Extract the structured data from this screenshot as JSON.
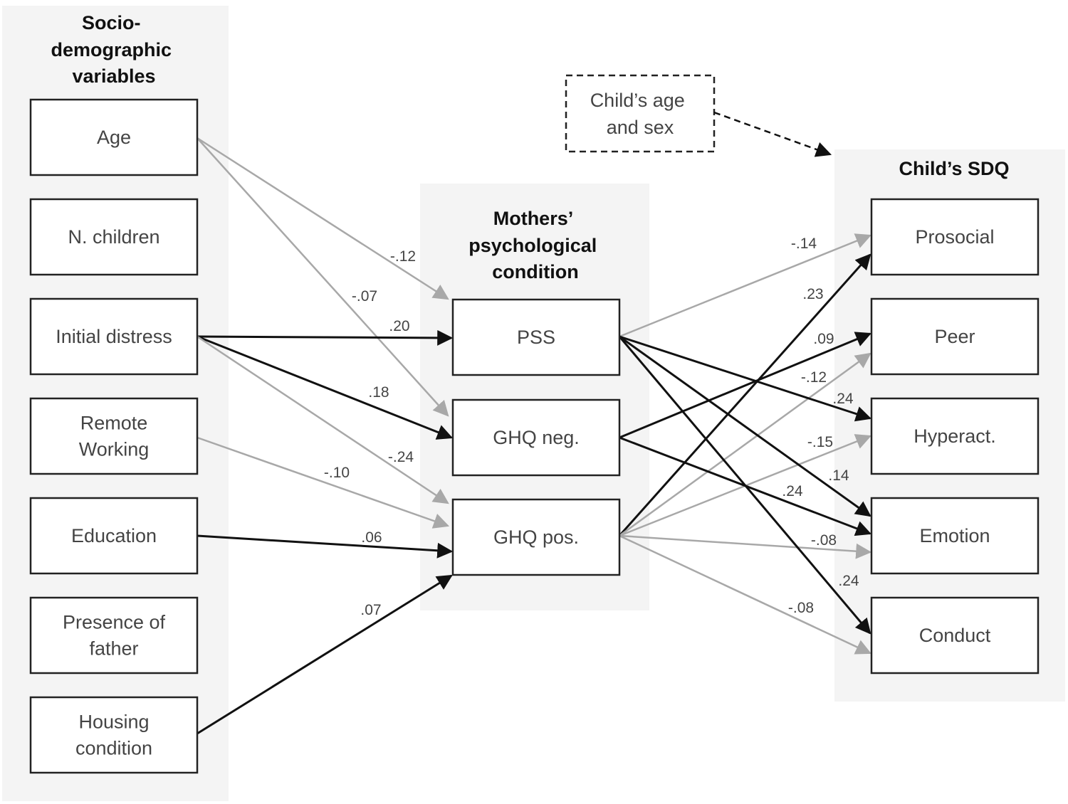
{
  "groups": {
    "socio": {
      "title": [
        "Socio-",
        "demographic",
        "variables"
      ]
    },
    "mothers": {
      "title": [
        "Mothers’",
        "psychological",
        "condition"
      ]
    },
    "sdq": {
      "title": [
        "Child’s SDQ"
      ]
    }
  },
  "control": {
    "lines": [
      "Child’s age",
      "and sex"
    ]
  },
  "nodes": {
    "age": {
      "lines": [
        "Age"
      ]
    },
    "nchildren": {
      "lines": [
        "N. children"
      ]
    },
    "initial": {
      "lines": [
        "Initial distress"
      ]
    },
    "remote": {
      "lines": [
        "Remote",
        "Working"
      ]
    },
    "education": {
      "lines": [
        "Education"
      ]
    },
    "father": {
      "lines": [
        "Presence of",
        "father"
      ]
    },
    "housing": {
      "lines": [
        "Housing",
        "condition"
      ]
    },
    "pss": {
      "lines": [
        "PSS"
      ]
    },
    "ghqneg": {
      "lines": [
        "GHQ neg."
      ]
    },
    "ghqpos": {
      "lines": [
        "GHQ pos."
      ]
    },
    "prosocial": {
      "lines": [
        "Prosocial"
      ]
    },
    "peer": {
      "lines": [
        "Peer"
      ]
    },
    "hyperact": {
      "lines": [
        "Hyperact."
      ]
    },
    "emotion": {
      "lines": [
        "Emotion"
      ]
    },
    "conduct": {
      "lines": [
        "Conduct"
      ]
    }
  },
  "paths": [
    {
      "from": "age",
      "to": "pss",
      "coef": "-.12",
      "significant": false
    },
    {
      "from": "age",
      "to": "ghqneg",
      "coef": "-.07",
      "significant": false
    },
    {
      "from": "initial",
      "to": "pss",
      "coef": ".20",
      "significant": true
    },
    {
      "from": "initial",
      "to": "ghqneg",
      "coef": ".18",
      "significant": true
    },
    {
      "from": "initial",
      "to": "ghqpos",
      "coef": "-.24",
      "significant": false
    },
    {
      "from": "remote",
      "to": "ghqpos",
      "coef": "-.10",
      "significant": false
    },
    {
      "from": "education",
      "to": "ghqpos",
      "coef": ".06",
      "significant": true
    },
    {
      "from": "housing",
      "to": "ghqpos",
      "coef": ".07",
      "significant": true
    },
    {
      "from": "pss",
      "to": "prosocial",
      "coef": "-.14",
      "significant": false
    },
    {
      "from": "ghqpos",
      "to": "prosocial",
      "coef": ".23",
      "significant": true
    },
    {
      "from": "ghqneg",
      "to": "peer",
      "coef": ".09",
      "significant": true
    },
    {
      "from": "ghqpos",
      "to": "peer",
      "coef": "-.12",
      "significant": false
    },
    {
      "from": "pss",
      "to": "hyperact",
      "coef": ".24",
      "significant": true
    },
    {
      "from": "ghqpos",
      "to": "hyperact",
      "coef": "-.15",
      "significant": false
    },
    {
      "from": "pss",
      "to": "emotion",
      "coef": ".14",
      "significant": true
    },
    {
      "from": "ghqneg",
      "to": "emotion",
      "coef": ".24",
      "significant": true
    },
    {
      "from": "ghqpos",
      "to": "emotion",
      "coef": "-.08",
      "significant": false
    },
    {
      "from": "pss",
      "to": "conduct",
      "coef": ".24",
      "significant": true
    },
    {
      "from": "ghqpos",
      "to": "conduct",
      "coef": "-.08",
      "significant": false
    }
  ],
  "colors": {
    "significant": "#111111",
    "nonsignificant": "#a8a8a8",
    "panel": "#f4f4f4",
    "box_border": "#222222"
  }
}
